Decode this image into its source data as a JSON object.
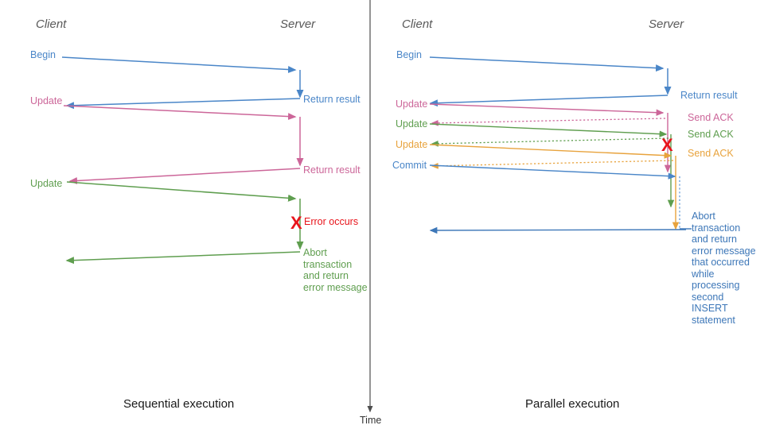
{
  "figure": {
    "type": "sequence-diagram",
    "time_axis_label": "Time",
    "colors": {
      "blue": "#4a86c8",
      "blue_dark": "#3d77b8",
      "pink": "#cc6699",
      "green": "#5f9e4f",
      "orange": "#e8a33d",
      "red": "#e8141b",
      "actor_text": "#595959",
      "caption_text": "#1a1a1a",
      "axis": "#4d4d4d"
    }
  },
  "left_panel": {
    "caption": "Sequential execution",
    "actors": {
      "client": "Client",
      "server": "Server"
    },
    "client_messages": [
      {
        "label": "Begin",
        "color": "blue"
      },
      {
        "label": "Update",
        "color": "pink"
      },
      {
        "label": "Update",
        "color": "green"
      }
    ],
    "server_messages": [
      {
        "label": "Return result",
        "color": "blue"
      },
      {
        "label": "Return result",
        "color": "pink"
      },
      {
        "label": "Error occurs",
        "color": "red"
      }
    ],
    "error_marker": "X",
    "abort_note": "Abort\ntransaction\nand return\nerror message"
  },
  "right_panel": {
    "caption": "Parallel execution",
    "actors": {
      "client": "Client",
      "server": "Server"
    },
    "client_messages": [
      {
        "label": "Begin",
        "color": "blue"
      },
      {
        "label": "Update",
        "color": "pink"
      },
      {
        "label": "Update",
        "color": "green"
      },
      {
        "label": "Update",
        "color": "orange"
      },
      {
        "label": "Commit",
        "color": "blue"
      }
    ],
    "server_messages": [
      {
        "label": "Return result",
        "color": "blue"
      },
      {
        "label": "Send ACK",
        "color": "pink"
      },
      {
        "label": "Send ACK",
        "color": "green"
      },
      {
        "label": "Send ACK",
        "color": "orange"
      }
    ],
    "error_marker": "X",
    "abort_note": "Abort\ntransaction\nand return\nerror message\nthat occurred\nwhile\nprocessing\nsecond\nINSERT\nstatement"
  }
}
